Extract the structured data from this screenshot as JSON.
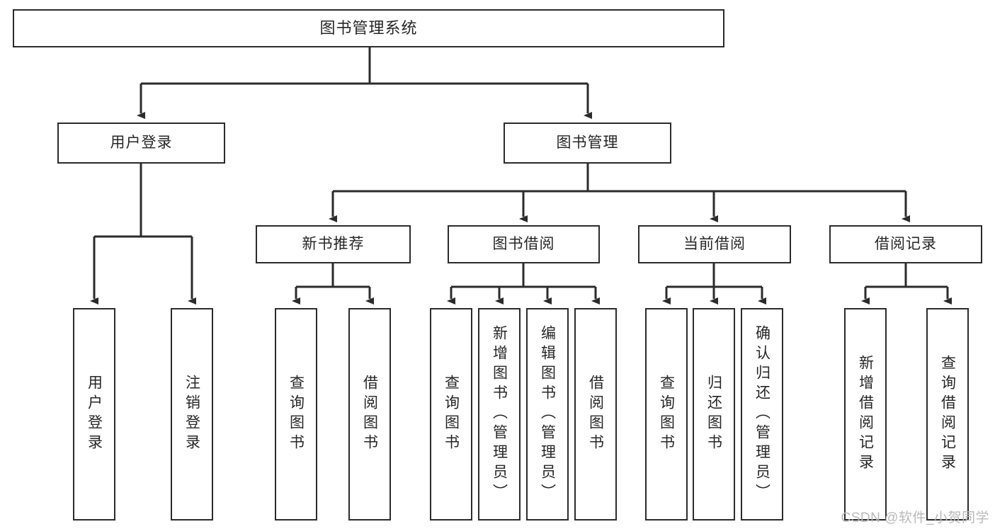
{
  "diagram": {
    "type": "tree",
    "title": "图书管理系统",
    "colors": {
      "box_border": "#2b2b2b",
      "box_fill": "#ffffff",
      "text": "#262626",
      "connector": "#2b2b2b",
      "watermark": "#b9b9b9",
      "background": "#ffffff"
    },
    "root": {
      "label": "图书管理系统"
    },
    "level2": [
      {
        "label": "用户登录"
      },
      {
        "label": "图书管理"
      }
    ],
    "level3": [
      {
        "label": "新书推荐"
      },
      {
        "label": "图书借阅"
      },
      {
        "label": "当前借阅"
      },
      {
        "label": "借阅记录"
      }
    ],
    "leaves": {
      "user_login": [
        {
          "label": "用户登录"
        },
        {
          "label": "注销登录"
        }
      ],
      "new_book_recommend": [
        {
          "label": "查询图书"
        },
        {
          "label": "借阅图书"
        }
      ],
      "book_borrow": [
        {
          "label": "查询图书"
        },
        {
          "label": "新增图书（管理员）"
        },
        {
          "label": "编辑图书（管理员）"
        },
        {
          "label": "借阅图书"
        }
      ],
      "current_borrow": [
        {
          "label": "查询图书"
        },
        {
          "label": "归还图书"
        },
        {
          "label": "确认归还（管理员）"
        }
      ],
      "borrow_records": [
        {
          "label": "新增借阅记录"
        },
        {
          "label": "查询借阅记录"
        }
      ]
    }
  },
  "watermark": {
    "text": "CSDN @软件_小贺同学"
  }
}
